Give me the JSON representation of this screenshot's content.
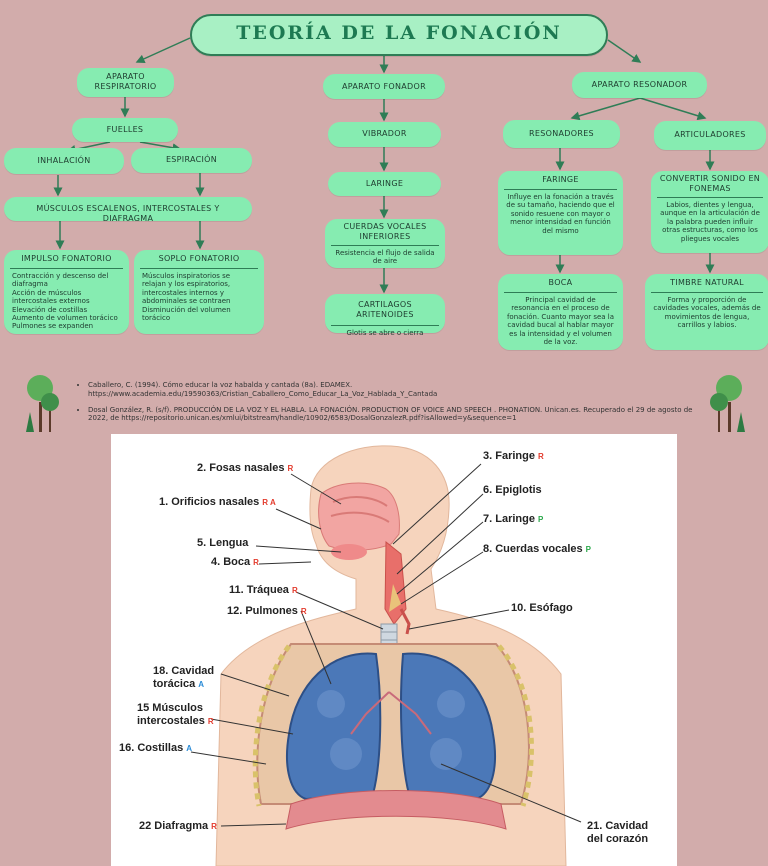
{
  "title": "TEORÍA DE LA FONACIÓN",
  "colors": {
    "background": "#d2acab",
    "node": "#86ecb1",
    "line": "#2f7d56",
    "title_text": "#1d7a52",
    "marker_R": "#e33b2d",
    "marker_A": "#2a8bd6",
    "marker_P": "#2aa84a"
  },
  "left": {
    "root": "APARATO RESPIRATORIO",
    "fuelles": "FUELLES",
    "inhalacion": "INHALACIÓN",
    "espiracion": "ESPIRACIÓN",
    "musculos": "MÚSCULOS ESCALENOS, INTERCOSTALES Y DIAFRAGMA",
    "impulso": {
      "title": "IMPULSO FONATORIO",
      "text": "Contracción y descenso del diafragma\nAcción de músculos intercostales externos\nElevación de costillas\nAumento de volumen torácico\nPulmones se expanden"
    },
    "soplo": {
      "title": "SOPLO FONATORIO",
      "text": "Músculos inspiratorios se relajan y los espiratorios, intercostales internos y abdominales  se contraen\nDisminución del volumen torácico"
    }
  },
  "middle": {
    "root": "APARATO FONADOR",
    "vibrador": "VIBRADOR",
    "laringe": "LARINGE",
    "cuerdas": {
      "title": "CUERDAS VOCALES INFERIORES",
      "text": "Resistencia el flujo de salida de aire"
    },
    "cartilagos": {
      "title": "CARTILAGOS ARITENOIDES",
      "text": "Glotis se abre o cierra"
    }
  },
  "right": {
    "root": "APARATO RESONADOR",
    "resonadores": "RESONADORES",
    "articuladores": "ARTICULADORES",
    "faringe": {
      "title": "FARINGE",
      "text": "Influye en la fonación a través de su tamaño, haciendo que el sonido resuene con mayor o menor intensidad en función del mismo"
    },
    "boca": {
      "title": "BOCA",
      "text": "Principal cavidad de resonancia en el proceso de fonación. Cuanto mayor sea la cavidad bucal al hablar mayor es la intensidad y el volumen de la voz."
    },
    "convertir": {
      "title": "CONVERTIR SONIDO EN FONEMAS",
      "text": "Labios, dientes y lengua, aunque en la articulación de la palabra pueden influir otras estructuras, como los pliegues vocales"
    },
    "timbre": {
      "title": "TIMBRE NATURAL",
      "text": "Forma y proporción de cavidades vocales, además de movimientos de lengua, carrillos y labios."
    }
  },
  "references": [
    "Caballero, C. (1994). Cómo educar la voz habalda y cantada (8a). EDAMEX. https://www.academia.edu/19590363/Cristian_Caballero_Como_Educar_La_Voz_Hablada_Y_Cantada",
    "Dosal González, R. (s/f). PRODUCCIÓN DE LA VOZ Y EL HABLA. LA FONACIÓN. PRODUCTION OF VOICE AND SPEECH . PHONATION. Unican.es. Recuperado el 29 de agosto de 2022, de https://repositorio.unican.es/xmlui/bitstream/handle/10902/6583/DosalGonzalezR.pdf?isAllowed=y&sequence=1"
  ],
  "anatomy": {
    "labels": [
      {
        "text": "2. Fosas nasales",
        "mark": "R"
      },
      {
        "text": "1. Orificios nasales",
        "mark": "R A"
      },
      {
        "text": "5. Lengua",
        "mark": ""
      },
      {
        "text": "4. Boca",
        "mark": "R"
      },
      {
        "text": "11. Tráquea",
        "mark": "R"
      },
      {
        "text": "12. Pulmones",
        "mark": "R"
      },
      {
        "text": "18. Cavidad\ntorácica",
        "mark": "A"
      },
      {
        "text": "15 Músculos\nintercostales",
        "mark": "R"
      },
      {
        "text": "16. Costillas",
        "mark": "A"
      },
      {
        "text": "22 Diafragma",
        "mark": "R"
      },
      {
        "text": "3. Faringe",
        "mark": "R"
      },
      {
        "text": "6. Epiglotis",
        "mark": ""
      },
      {
        "text": "7. Laringe",
        "mark": "P"
      },
      {
        "text": "8. Cuerdas vocales",
        "mark": "P"
      },
      {
        "text": "10. Esófago",
        "mark": ""
      },
      {
        "text": "21. Cavidad\ndel corazón",
        "mark": ""
      }
    ]
  }
}
